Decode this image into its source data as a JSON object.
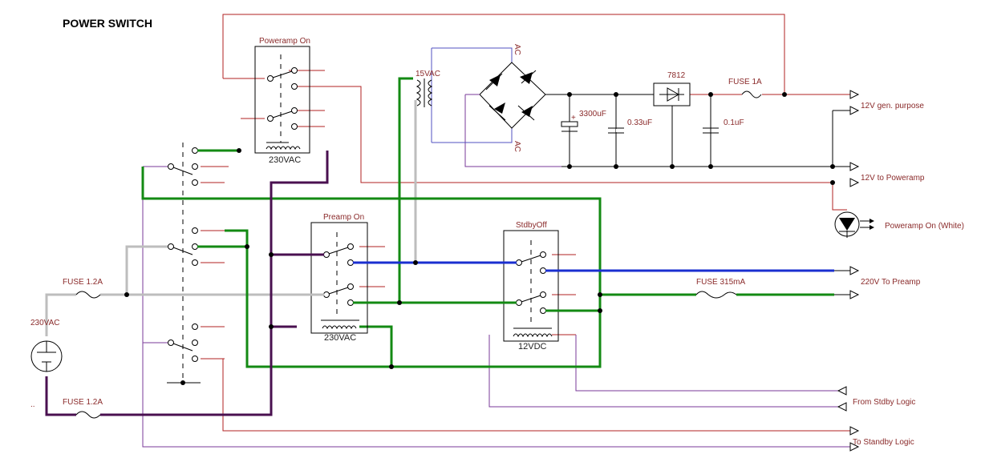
{
  "title": "POWER SWITCH",
  "labels": {
    "poweramp_on": "Poweramp On",
    "preamp_on": "Preamp On",
    "stdby_off": "StdbyOff",
    "coil_230_a": "230VAC",
    "coil_230_b": "230VAC",
    "coil_12vdc": "12VDC",
    "transformer": "15VAC",
    "ac_top": "AC",
    "ac_bottom": "AC",
    "cap_3300": "3300uF",
    "cap_033": "0.33uF",
    "cap_01": "0.1uF",
    "regulator": "7812",
    "fuse_1a": "FUSE 1A",
    "fuse_12a_top": "FUSE 1.2A",
    "fuse_12a_bottom": "FUSE 1.2A",
    "fuse_315": "FUSE 315mA",
    "mains": "230VAC",
    "dots": "..",
    "out_12v_gen": "12V gen. purpose",
    "out_12v_poweramp": "12V to Poweramp",
    "out_led": "Poweramp On (White)",
    "out_220v": "220V To Preamp",
    "in_stdby_logic": "From Stdby Logic",
    "out_standby_logic": "To Standby Logic"
  },
  "colors": {
    "signal_red": "#b22222",
    "logic_purple": "#7a3a9a",
    "rectifier_blue": "#5050c0",
    "mains_grey": "#bdbdbd",
    "mains_green": "#138a13",
    "neutral_dark": "#4a1050",
    "preamp_blue": "#1a2fd0"
  }
}
